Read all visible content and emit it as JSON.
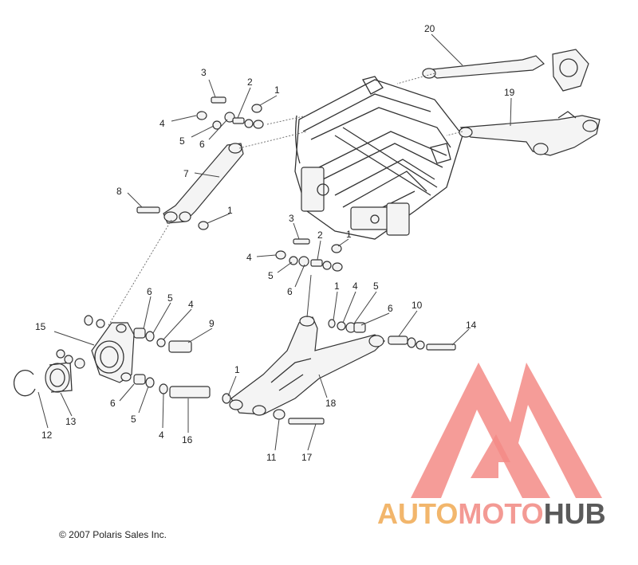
{
  "copyright": "© 2007 Polaris Sales Inc.",
  "logo": {
    "word_auto": "AUTO",
    "word_moto": "MOTO",
    "word_hub": "HUB",
    "mark_color": "#f38b86",
    "auto_color": "#f2b66c",
    "moto_color": "#f39a94",
    "hub_color": "#5a5a5a"
  },
  "callouts": {
    "c1": "1",
    "c2": "2",
    "c3": "3",
    "c4": "4",
    "c5": "5",
    "c6": "6",
    "c7": "7",
    "c8": "8",
    "c9": "9",
    "c10": "10",
    "c11": "11",
    "c12": "12",
    "c13": "13",
    "c14": "14",
    "c15": "15",
    "c16": "16",
    "c17": "17",
    "c18": "18",
    "c19": "19",
    "c20": "20"
  }
}
